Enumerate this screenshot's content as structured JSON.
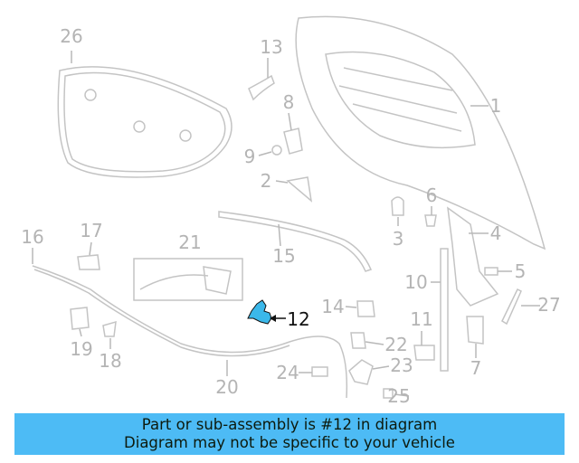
{
  "diagram": {
    "highlighted_part": "12",
    "highlight_color": "#3bb8ea",
    "labels": [
      "26",
      "13",
      "8",
      "1",
      "9",
      "2",
      "6",
      "3",
      "4",
      "16",
      "17",
      "21",
      "15",
      "10",
      "5",
      "14",
      "12",
      "27",
      "11",
      "19",
      "18",
      "22",
      "7",
      "23",
      "24",
      "20",
      "25"
    ]
  },
  "banner": {
    "line1": "Part or sub-assembly is #12 in diagram",
    "line2": "Diagram may not be specific to your vehicle",
    "color": "#4dbbf5"
  }
}
